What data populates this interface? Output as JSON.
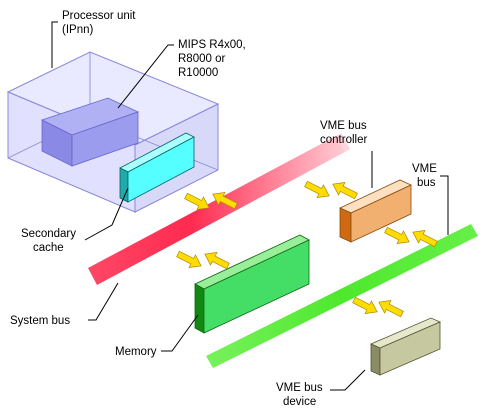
{
  "labels": {
    "processor_line1": "Processor unit",
    "processor_line2": "(IPnn)",
    "mips_line1": "MIPS R4x00,",
    "mips_line2": "R8000 or",
    "mips_line3": "R10000",
    "vme_ctrl_line1": "VME bus",
    "vme_ctrl_line2": "controller",
    "vme_bus_line1": "VME",
    "vme_bus_line2": "bus",
    "cache_line1": "Secondary",
    "cache_line2": "cache",
    "system_bus": "System bus",
    "memory": "Memory",
    "vme_dev_line1": "VME bus",
    "vme_dev_line2": "device"
  },
  "colors": {
    "system_bus": "#ff3355",
    "vme_bus": "#55ee33",
    "arrow": "#ffdd00",
    "cache": "#55ffff",
    "memory": "#44dd66",
    "controller": "#f2b070",
    "device": "#c6c8a0",
    "processor_box": "#c8c8ff",
    "chip": "#9999ee"
  }
}
